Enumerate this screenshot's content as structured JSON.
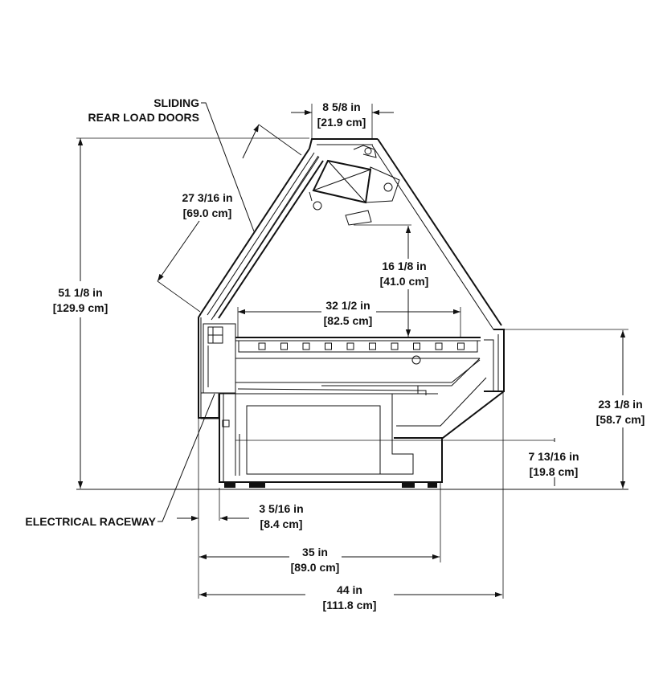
{
  "labels": {
    "sliding": "SLIDING",
    "rear_load_doors": "REAR LOAD DOORS",
    "electrical_raceway": "ELECTRICAL RACEWAY"
  },
  "dimensions": {
    "top_width": {
      "in": "8 5/8 in",
      "cm": "[21.9 cm]"
    },
    "door_length": {
      "in": "27 3/16 in",
      "cm": "[69.0 cm]"
    },
    "total_height": {
      "in": "51 1/8 in",
      "cm": "[129.9 cm]"
    },
    "canopy_drop": {
      "in": "16 1/8 in",
      "cm": "[41.0 cm]"
    },
    "deck_width": {
      "in": "32 1/2 in",
      "cm": "[82.5 cm]"
    },
    "front_height": {
      "in": "23 1/8 in",
      "cm": "[58.7 cm]"
    },
    "kick_height": {
      "in": "7 13/16 in",
      "cm": "[19.8 cm]"
    },
    "rear_offset": {
      "in": "3 5/16 in",
      "cm": "[8.4 cm]"
    },
    "base_depth": {
      "in": "35 in",
      "cm": "[89.0 cm]"
    },
    "overall_depth": {
      "in": "44 in",
      "cm": "[111.8 cm]"
    }
  }
}
